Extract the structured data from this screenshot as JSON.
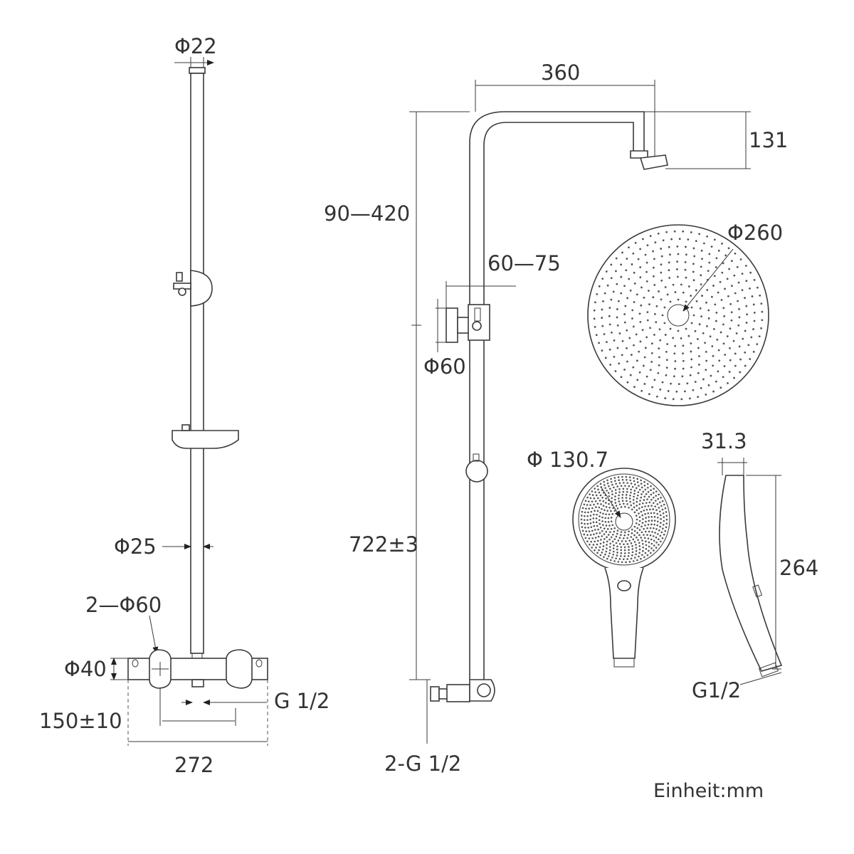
{
  "labels": {
    "rail_diameter": "Φ22",
    "arm_length": "360",
    "head_drop": "131",
    "height_adjust": "90—420",
    "bracket_offset": "60—75",
    "head_diameter": "Φ260",
    "bracket_diameter": "Φ60",
    "handshower_thickness": "31.3",
    "handshower_diameter": "Φ 130.7",
    "rail_length": "722±3",
    "handshower_length": "264",
    "pipe_diameter": "Φ25",
    "rosette_diameter": "2—Φ60",
    "mixer_diameter": "Φ40",
    "mixer_outlet": "G 1/2",
    "inlet_spacing": "150±10",
    "mixer_width": "272",
    "inlet_thread": "2-G  1/2",
    "hose_thread": "G1/2",
    "unit": "Einheit:mm"
  }
}
